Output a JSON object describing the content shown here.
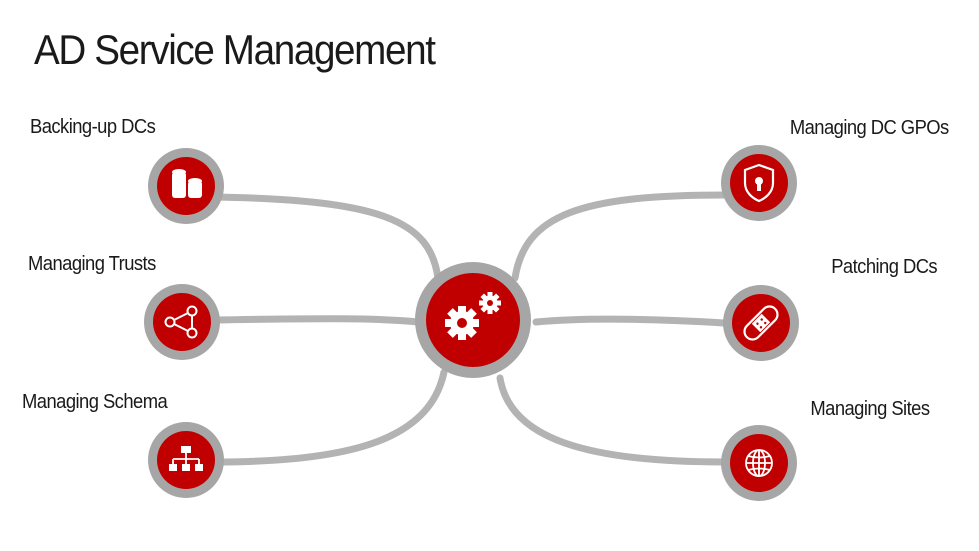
{
  "title": "AD Service Management",
  "center": {
    "icon": "gears-icon"
  },
  "nodes": [
    {
      "label": "Backing-up DCs",
      "icon": "database-icon"
    },
    {
      "label": "Managing Trusts",
      "icon": "share-network-icon"
    },
    {
      "label": "Managing Schema",
      "icon": "hierarchy-icon"
    },
    {
      "label": "Managing DC GPOs",
      "icon": "shield-lock-icon"
    },
    {
      "label": "Patching DCs",
      "icon": "bandage-icon"
    },
    {
      "label": "Managing Sites",
      "icon": "globe-icon"
    }
  ],
  "colors": {
    "accent": "#c00000",
    "ring": "#a6a6a6",
    "connector": "#b3b3b3",
    "text": "#1a1a1a"
  }
}
